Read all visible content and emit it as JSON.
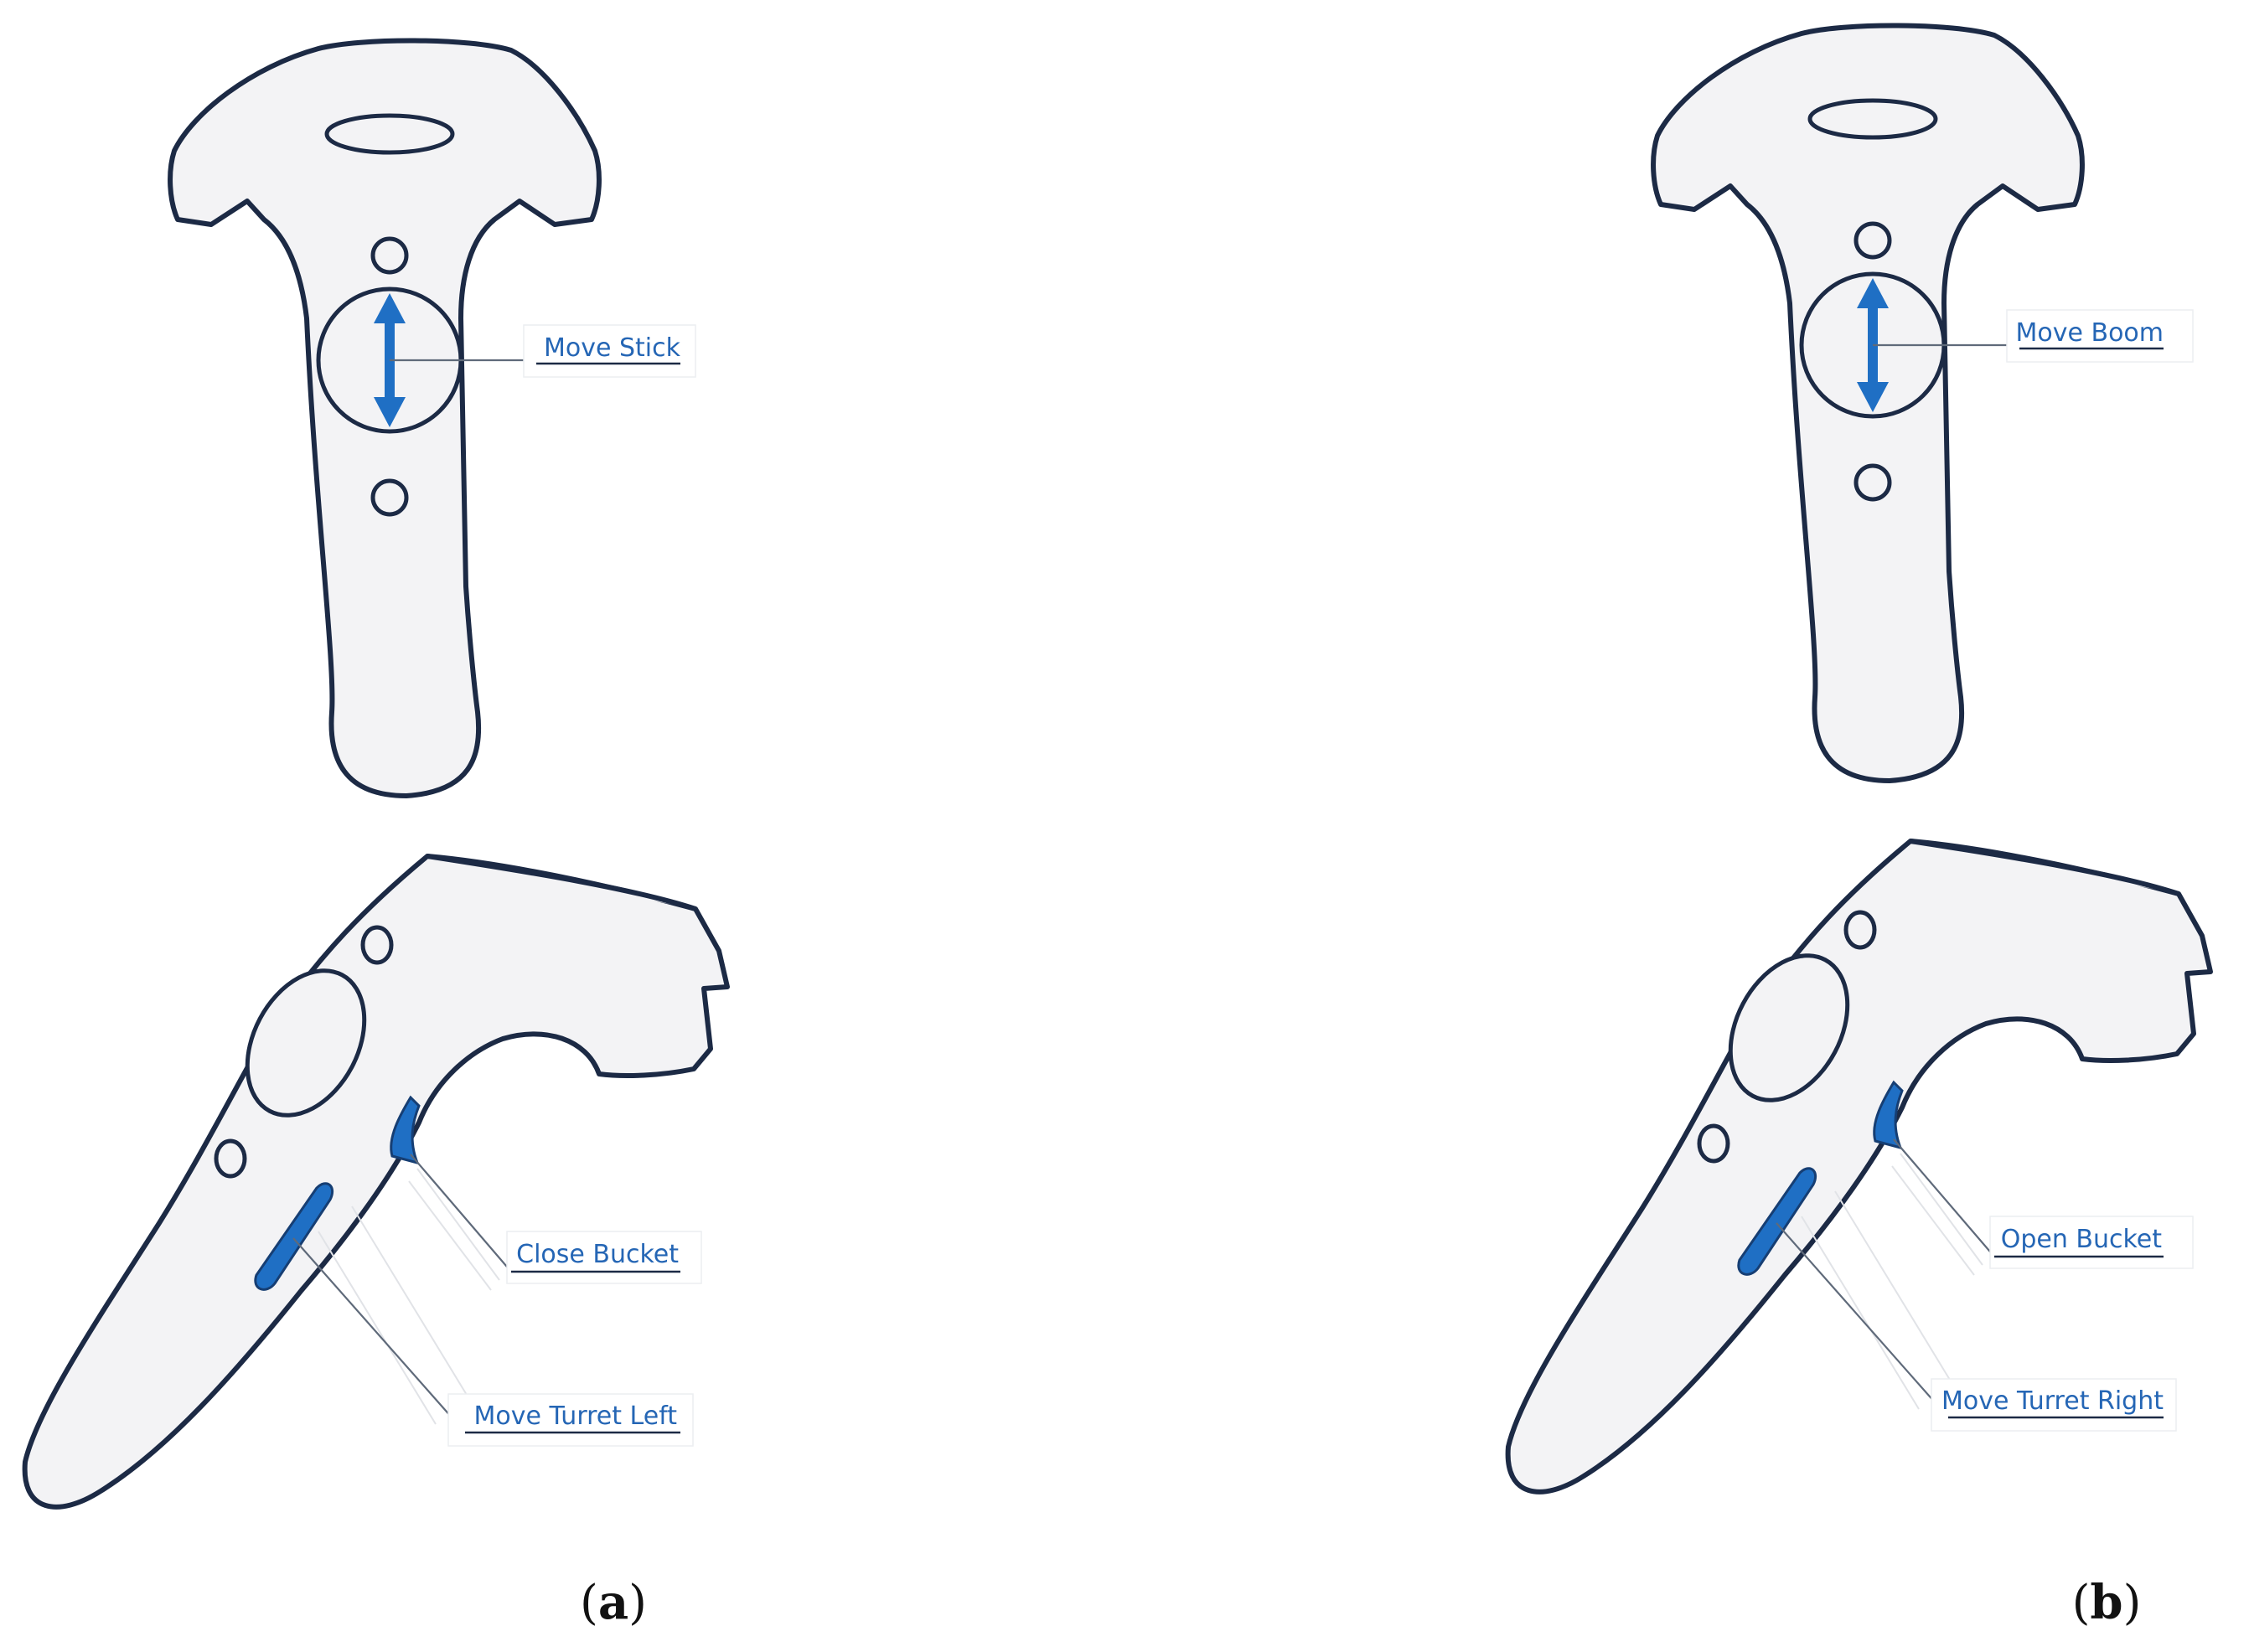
{
  "panels": [
    {
      "caption": "a",
      "labels": {
        "touchpad": "Move Stick",
        "trigger": "Close Bucket",
        "grip": "Move Turret Left"
      }
    },
    {
      "caption": "b",
      "labels": {
        "touchpad": "Move Boom",
        "trigger": "Open Bucket",
        "grip": "Move Turret Right"
      }
    }
  ],
  "colors": {
    "accent": "#1f6fc4",
    "outline": "#1c2a45",
    "controller_fill": "#f3f3f5",
    "label_text": "#2566b5"
  }
}
